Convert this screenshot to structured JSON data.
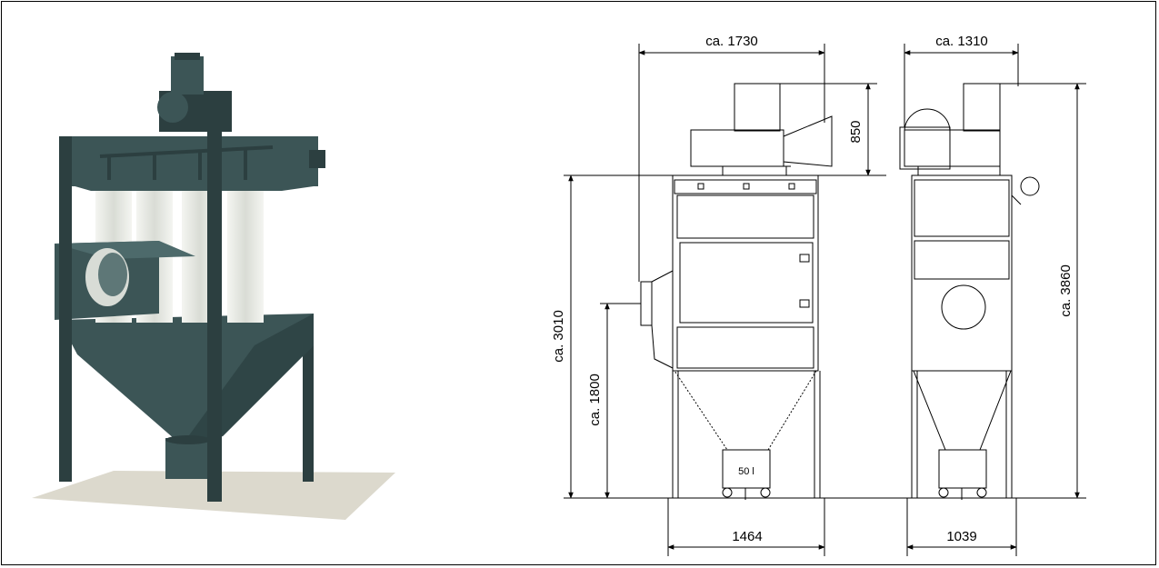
{
  "colors": {
    "metal": "#3c5556",
    "metal_dark": "#2c3f40",
    "filter": "#e9ebe6",
    "floor": "#dcd9cd",
    "line": "#000000"
  },
  "front_view": {
    "width_top": "ca. 1730",
    "height_fan": "850",
    "height_total": "ca. 3010",
    "height_inlet": "ca. 1800",
    "width_bottom": "1464",
    "bin_label": "50 l"
  },
  "side_view": {
    "width_top": "ca. 1310",
    "height_total": "ca. 3860",
    "width_bottom": "1039"
  }
}
